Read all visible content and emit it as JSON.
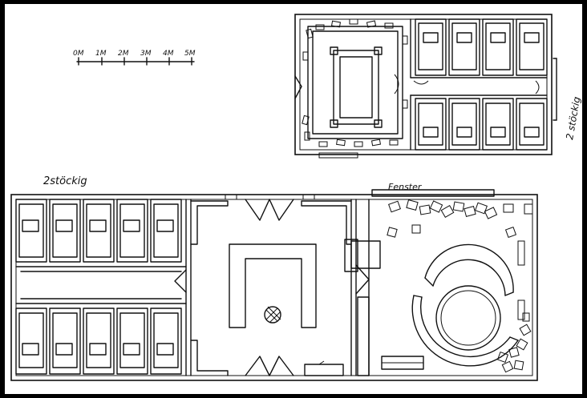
{
  "scale_bar": {
    "ticks": [
      "0M",
      "1M",
      "2M",
      "3M",
      "4M",
      "5M"
    ]
  },
  "labels": {
    "upper_floors": "2 stöckig",
    "lower_floors": "2stöckig",
    "fenster": "Fenster"
  },
  "colors": {
    "ink": "#111111",
    "paper": "#ffffff",
    "frame": "#000000"
  }
}
